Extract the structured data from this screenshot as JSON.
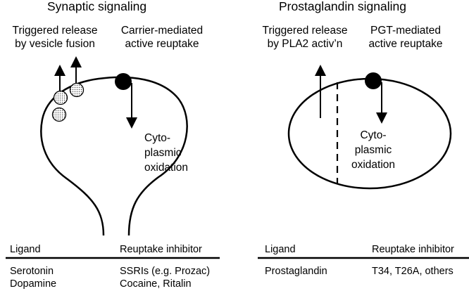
{
  "left": {
    "title": "Synaptic signaling",
    "release_label": [
      "Triggered release",
      "by vesicle fusion"
    ],
    "reuptake_label": [
      "Carrier-mediated",
      "active reuptake"
    ],
    "oxidation_label": [
      "Cyto-",
      "plasmic",
      "oxidation"
    ],
    "table": {
      "headers": [
        "Ligand",
        "Reuptake inhibitor"
      ],
      "rows": [
        [
          "Serotonin",
          "SSRIs (e.g. Prozac)"
        ],
        [
          "Dopamine",
          "Cocaine, Ritalin"
        ]
      ]
    }
  },
  "right": {
    "title": "Prostaglandin signaling",
    "release_label": [
      "Triggered release",
      "by PLA2 activ’n"
    ],
    "reuptake_label": [
      "PGT-mediated",
      "active reuptake"
    ],
    "oxidation_label": [
      "Cyto-",
      "plasmic",
      "oxidation"
    ],
    "table": {
      "headers": [
        "Ligand",
        "Reuptake inhibitor"
      ],
      "rows": [
        [
          "Prostaglandin",
          "T34, T26A, others"
        ]
      ]
    }
  }
}
